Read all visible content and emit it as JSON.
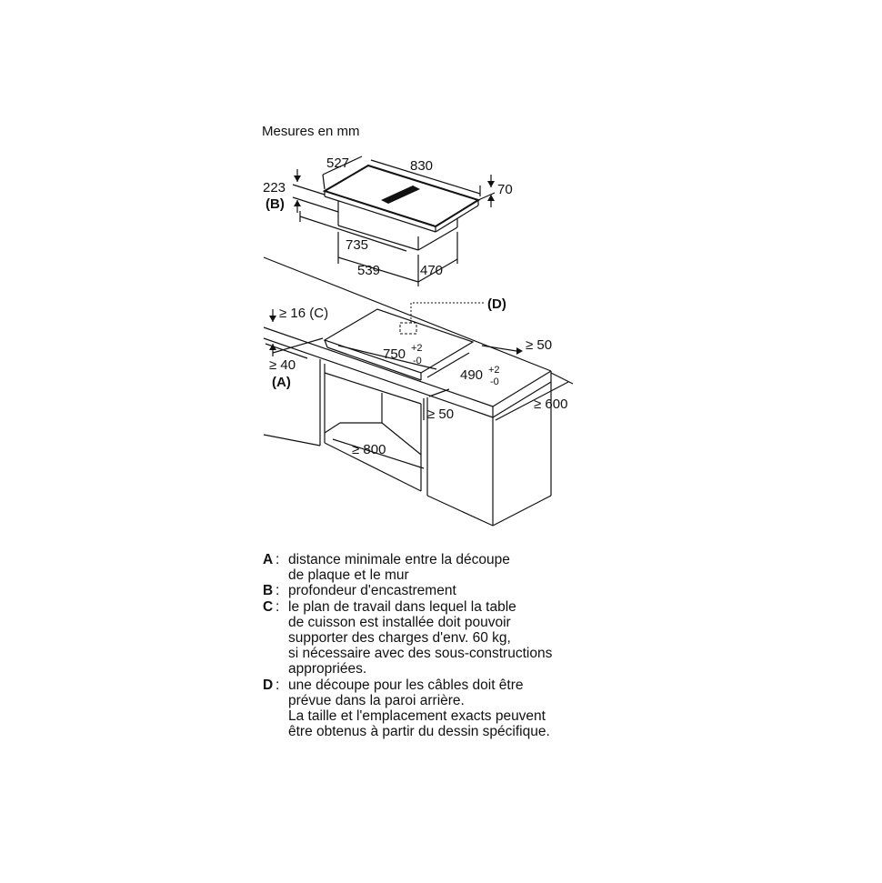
{
  "title": "Mesures en mm",
  "labels": {
    "w527": "527",
    "w830": "830",
    "h223": "223",
    "b": "(B)",
    "h70": "70",
    "d735": "735",
    "d539": "539",
    "d470": "470",
    "d": "(D)",
    "c16": "≥ 16 (C)",
    "c750": "750",
    "c750_sup_plus": "+2",
    "c750_sup_minus": "-0",
    "ge50_right": "≥ 50",
    "c490": "490",
    "c490_sup_plus": "+2",
    "c490_sup_minus": "-0",
    "a40": "≥ 40",
    "a": "(A)",
    "ge600": "≥ 600",
    "ge50_front": "≥ 50",
    "ge800": "≥ 800"
  },
  "legend": [
    {
      "key": "A",
      "sep": ":",
      "lines": [
        "distance minimale entre la découpe",
        "de plaque et le mur"
      ]
    },
    {
      "key": "B",
      "sep": ":",
      "lines": [
        "profondeur d'encastrement"
      ]
    },
    {
      "key": "C",
      "sep": ":",
      "lines": [
        "le plan de travail dans lequel la table",
        "de cuisson est installée doit pouvoir",
        "supporter des charges d'env. 60 kg,",
        "si nécessaire avec des sous-constructions",
        "appropriées."
      ]
    },
    {
      "key": "D",
      "sep": ":",
      "lines": [
        "une découpe pour les câbles doit être",
        "prévue dans la paroi arrière.",
        "La taille et l'emplacement exacts peuvent",
        "être obtenus à partir du dessin spécifique."
      ]
    }
  ]
}
